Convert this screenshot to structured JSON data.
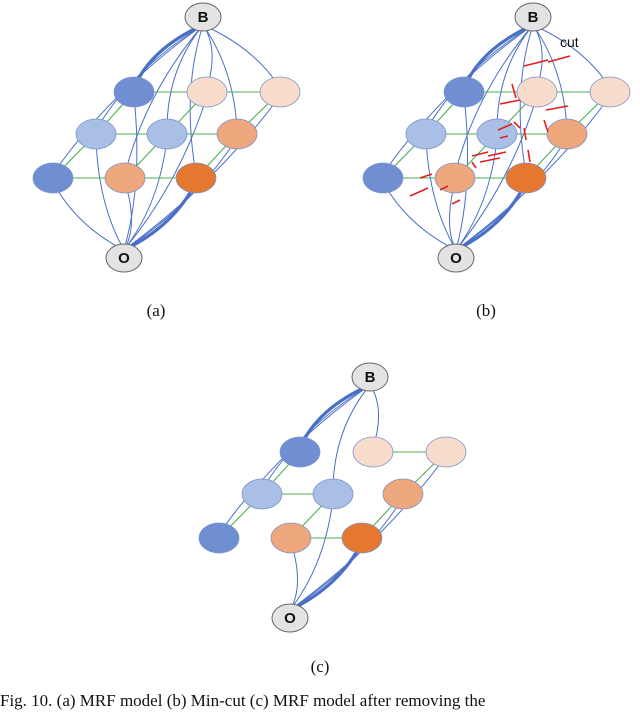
{
  "caption": "Fig. 10.  (a) MRF model (b) Min-cut (c) MRF model after removing the",
  "colors": {
    "blue_dark": "#6f8fd2",
    "blue_mid": "#8ea8de",
    "blue_light": "#a9bfe6",
    "orange_pale": "#f8dccb",
    "orange_mid": "#eea67c",
    "orange_dark": "#e5782e",
    "terminal": "#e3e3e3",
    "grid_edge": "#4caf50",
    "terminal_edge": "#4a6fc7",
    "cut_mark": "#e02020"
  },
  "panels": [
    {
      "id": "a",
      "label": "(a)",
      "top_label": "B",
      "bottom_label": "O",
      "cut": false
    },
    {
      "id": "b",
      "label": "(b)",
      "top_label": "B",
      "bottom_label": "O",
      "cut": true,
      "cut_label": "cut"
    },
    {
      "id": "c",
      "label": "(c)",
      "top_label": "B",
      "bottom_label": "O",
      "cut": false,
      "removed": true
    }
  ]
}
